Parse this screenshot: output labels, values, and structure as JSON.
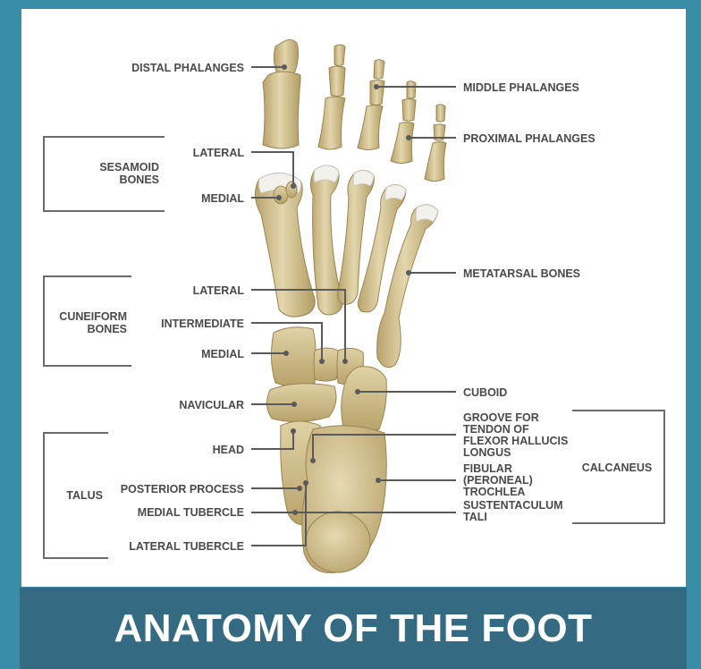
{
  "title": "ANATOMY OF THE FOOT",
  "colors": {
    "frame": "#3a8da6",
    "banner": "#346a82",
    "bone": "#d7c79b",
    "bone_shadow": "#a8925e",
    "cartilage": "#f1f1ef",
    "leader": "#5a5a5a"
  },
  "labels": {
    "distal_phalanges": "DISTAL PHALANGES",
    "middle_phalanges": "MIDDLE PHALANGES",
    "proximal_phalanges": "PROXIMAL PHALANGES",
    "sesamoid_bones": "SESAMOID\nBONES",
    "sesamoid_lateral": "LATERAL",
    "sesamoid_medial": "MEDIAL",
    "metatarsal_bones": "METATARSAL BONES",
    "cuneiform_bones": "CUNEIFORM\nBONES",
    "cuneiform_lateral": "LATERAL",
    "cuneiform_intermediate": "INTERMEDIATE",
    "cuneiform_medial": "MEDIAL",
    "navicular": "NAVICULAR",
    "cuboid": "CUBOID",
    "talus": "TALUS",
    "head": "HEAD",
    "posterior_process": "POSTERIOR PROCESS",
    "medial_tubercle": "MEDIAL TUBERCLE",
    "lateral_tubercle": "LATERAL TUBERCLE",
    "groove_for_tendon": "GROOVE FOR\nTENDON OF\nFLEXOR HALLUCIS\nLONGUS",
    "fibular_trochlea": "FIBULAR\n(PERONEAL)\nTROCHLEA",
    "sustentaculum_tali": "SUSTENTACULUM\nTALI",
    "calcaneus": "CALCANEUS"
  }
}
